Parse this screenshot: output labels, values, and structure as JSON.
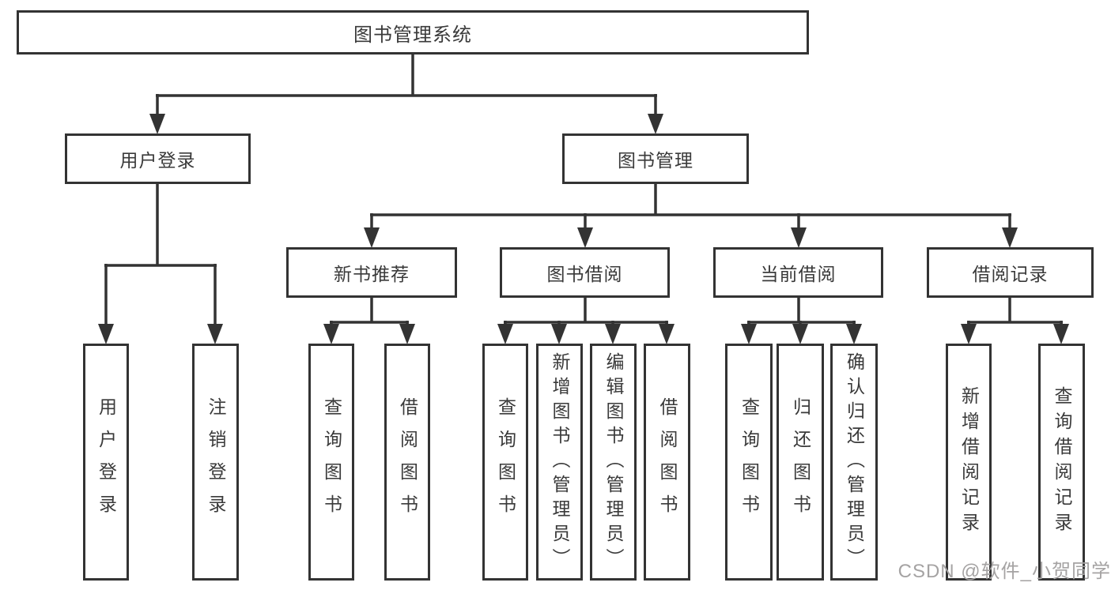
{
  "title_box": {
    "label": "图书管理系统"
  },
  "branches": {
    "user_login": {
      "label": "用户登录",
      "children": [
        {
          "label": "用户登录"
        },
        {
          "label": "注销登录"
        }
      ]
    },
    "book_management": {
      "label": "图书管理",
      "children": [
        {
          "label": "新书推荐",
          "children": [
            {
              "label": "查询图书"
            },
            {
              "label": "借阅图书"
            }
          ]
        },
        {
          "label": "图书借阅",
          "children": [
            {
              "label": "查询图书"
            },
            {
              "label": "新增图书（管理员）"
            },
            {
              "label": "编辑图书（管理员）"
            },
            {
              "label": "借阅图书"
            }
          ]
        },
        {
          "label": "当前借阅",
          "children": [
            {
              "label": "查询图书"
            },
            {
              "label": "归还图书"
            },
            {
              "label": "确认归还（管理员）"
            }
          ]
        },
        {
          "label": "借阅记录",
          "children": [
            {
              "label": "新增借阅记录"
            },
            {
              "label": "查询借阅记录"
            }
          ]
        }
      ]
    }
  },
  "watermark": {
    "text": "CSDN @软件_小贺同学"
  },
  "colors": {
    "line": "#333333",
    "text": "#3a3a3a",
    "watermark": "#a5a3a3",
    "background": "#ffffff"
  }
}
